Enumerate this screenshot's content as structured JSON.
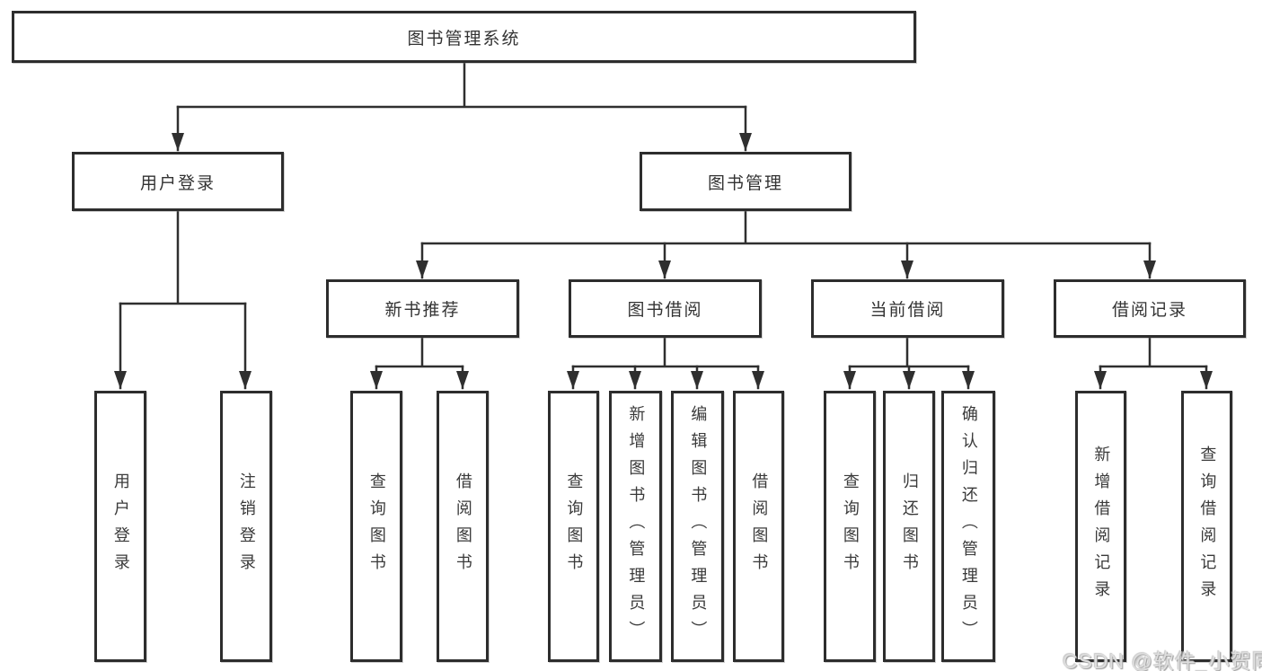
{
  "diagram": {
    "root": {
      "label": "图书管理系统"
    },
    "level2": [
      {
        "label": "用户登录"
      },
      {
        "label": "图书管理"
      }
    ],
    "level3": [
      {
        "label": "新书推荐"
      },
      {
        "label": "图书借阅"
      },
      {
        "label": "当前借阅"
      },
      {
        "label": "借阅记录"
      }
    ],
    "leaves": {
      "login": [
        {
          "label": "用户登录"
        },
        {
          "label": "注销登录"
        }
      ],
      "newbook": [
        {
          "label": "查询图书"
        },
        {
          "label": "借阅图书"
        }
      ],
      "borrow": [
        {
          "label": "查询图书"
        },
        {
          "label": "新增图书（管理员）"
        },
        {
          "label": "编辑图书（管理员）"
        },
        {
          "label": "借阅图书"
        }
      ],
      "current": [
        {
          "label": "查询图书"
        },
        {
          "label": "归还图书"
        },
        {
          "label": "确认归还（管理员）"
        }
      ],
      "records": [
        {
          "label": "新增借阅记录"
        },
        {
          "label": "查询借阅记录"
        }
      ]
    }
  },
  "watermark": {
    "text": "CSDN @软件_小贺同学"
  },
  "colors": {
    "line": "#2f2f2f",
    "box_border": "#2d2d2d",
    "box_bg": "#ffffff",
    "text": "#333333",
    "watermark": "#dedede"
  }
}
